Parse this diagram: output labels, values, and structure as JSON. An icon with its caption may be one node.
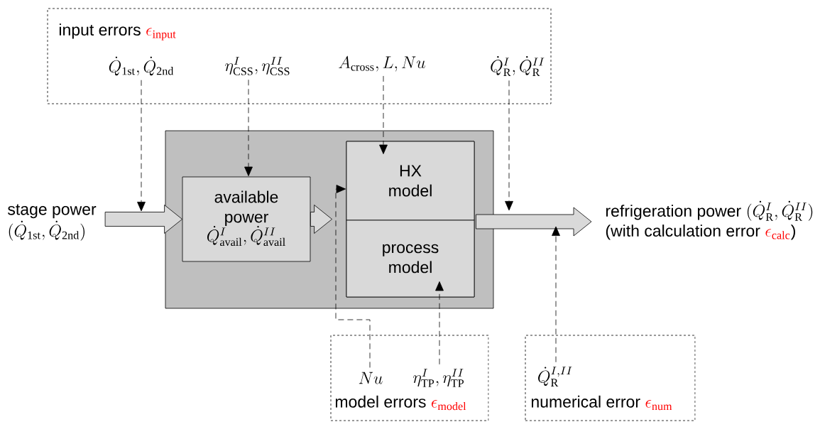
{
  "diagram": {
    "nodes": [
      {
        "text": [
          "input errors",
          "\\epsilon_{\\mathrm{input}}"
        ]
      },
      {
        "text": [
          "\\dot{Q}_{\\mathrm{1st}}, \\dot{Q}_{\\mathrm{2nd}}"
        ],
        "in": 0
      },
      {
        "text": [
          "\\eta_{\\mathrm{CSS}}^{I} , \\eta_{\\mathrm{CSS}}^{II}"
        ],
        "in": 0
      },
      {
        "text": [
          "A_{\\mathrm{cross}} , L , Nu"
        ],
        "in": 0
      },
      {
        "text": [
          "\\dot{Q}_{\\mathrm{R}}^{I} , \\dot{Q}_{\\mathrm{R}}^{II}"
        ],
        "in": 0
      },
      {
        "text": [
          "stage power",
          "(\\dot{Q}_{\\mathrm{1st}}, \\dot{Q}_{\\mathrm{2nd}})"
        ]
      },
      {
        "text": [],
        "shape": "box"
      },
      {
        "text": [
          "available power",
          "\\dot{Q}_{\\mathrm{avail}}^{I} , \\dot{Q}_{\\mathrm{avail}}^{II}"
        ],
        "in": 6
      },
      {
        "text": [],
        "shape": "box",
        "in": 6
      },
      {
        "text": [
          "HX model"
        ],
        "in": 8
      },
      {
        "text": [
          "process model"
        ],
        "in": 8
      },
      {
        "text": [
          "refrigeration power",
          "(\\dot{Q}_{\\mathrm{R}}^{I}, \\dot{Q}_{\\mathrm{R}}^{II})",
          "(with calculation error",
          "\\epsilon_{\\mathrm{calc}}",
          ")"
        ]
      },
      {
        "text": [
          "model errors",
          "\\epsilon_{\\mathrm{model}}"
        ]
      },
      {
        "text": [
          "Nu"
        ],
        "in": 12
      },
      {
        "text": [
          "\\eta_{\\mathrm{TP}}^{I} , \\eta_{\\mathrm{TP}}^{II}"
        ],
        "in": 12
      },
      {
        "text": [
          "numerical error",
          "\\epsilon_{\\mathrm{num}}"
        ]
      },
      {
        "text": [
          "\\dot{Q}_{\\mathrm{R}}^{I,II}"
        ],
        "in": 15
      }
    ],
    "edges": [
      {
        "from": 5,
        "to": 7,
        "arrow": "to",
        "style": "thick"
      },
      {
        "from": 7,
        "to": 8,
        "arrow": "to",
        "style": "thick"
      },
      {
        "from": 8,
        "to": 11,
        "arrow": "to",
        "style": "thick"
      },
      {
        "from": 1,
        "to": null,
        "arrow": "to",
        "style": "dashed"
      },
      {
        "from": 2,
        "to": 7,
        "arrow": "to",
        "style": "dashed"
      },
      {
        "from": 3,
        "to": 9,
        "arrow": "to",
        "style": "dashed"
      },
      {
        "from": 4,
        "to": null,
        "arrow": "to",
        "style": "dashed"
      },
      {
        "from": 13,
        "to": 9,
        "arrow": "to",
        "style": "dashed"
      },
      {
        "from": 14,
        "to": 10,
        "arrow": "to",
        "style": "dashed"
      },
      {
        "from": 16,
        "to": null,
        "arrow": "to",
        "style": "dashed"
      }
    ]
  }
}
